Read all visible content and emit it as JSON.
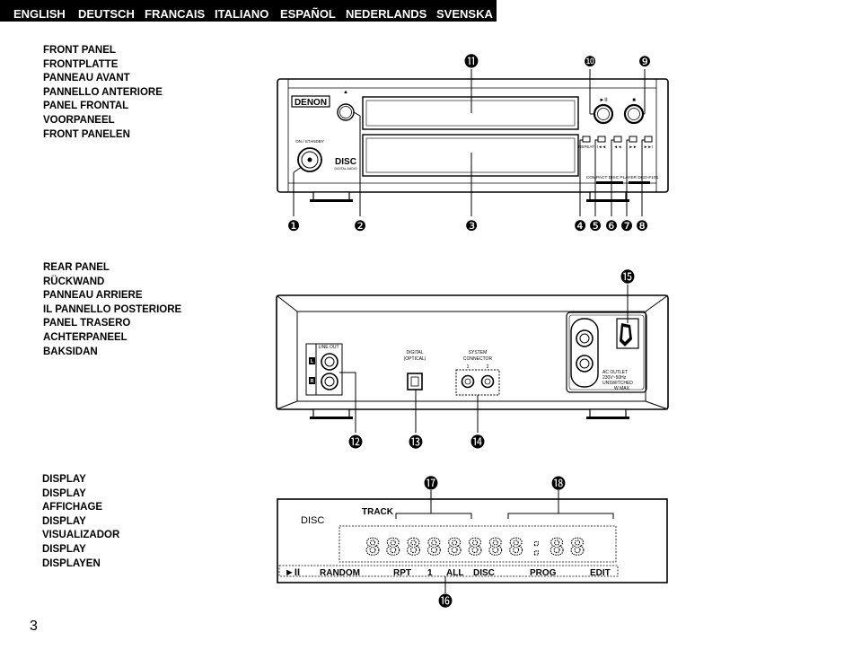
{
  "languages": [
    "ENGLISH",
    "DEUTSCH",
    "FRANCAIS",
    "ITALIANO",
    "ESPAÑOL",
    "NEDERLANDS",
    "SVENSKA"
  ],
  "sections": {
    "front": {
      "labels": [
        "FRONT PANEL",
        "FRONTPLATTE",
        "PANNEAU AVANT",
        "PANNELLO ANTERIORE",
        "PANEL FRONTAL",
        "VOORPANEEL",
        "FRONT PANELEN"
      ]
    },
    "rear": {
      "labels": [
        "REAR PANEL",
        "RÜCKWAND",
        "PANNEAU ARRIERE",
        "IL PANNELLO POSTERIORE",
        "PANEL TRASERO",
        "ACHTERPANEEL",
        "BAKSIDAN"
      ]
    },
    "display": {
      "labels": [
        "DISPLAY",
        "DISPLAY",
        "AFFICHAGE",
        "DISPLAY",
        "VISUALIZADOR",
        "DISPLAY",
        "DISPLAYEN"
      ]
    }
  },
  "front_panel": {
    "brand": "DENON",
    "power_label": "ON / STANDBY",
    "cd_logo": "DISC",
    "cd_logo_sub": "DIGITAL AUDIO",
    "eject_symbol": "▲",
    "play_pause_symbol": "►II",
    "stop_symbol": "■",
    "button_labels": [
      "REPEAT",
      "I◄◄",
      "◄◄",
      "►►",
      "►►I"
    ],
    "model_text": "COMPACT DISC PLAYER DCD-F101"
  },
  "rear_panel": {
    "line_out": "LINE OUT",
    "line_out_l": "L",
    "line_out_r": "R",
    "digital": "DIGITAL",
    "optical": "(OPTICAL)",
    "system": "SYSTEM",
    "connector": "CONNECTOR",
    "connector_1": "1",
    "connector_2": "2",
    "ac_outlet_lines": [
      "AC OUTLET",
      "230V~50Hz",
      "UNSWITCHED",
      "W MAX"
    ]
  },
  "display_panel": {
    "disc_label": "DISC",
    "track_label": "TRACK",
    "segment_text": "88888888:88",
    "play_pause_symbol": "►II",
    "indicators": [
      "RANDOM",
      "RPT",
      "1",
      "ALL",
      "DISC",
      "PROG",
      "EDIT"
    ]
  },
  "callouts": [
    "❶",
    "❷",
    "❸",
    "❹",
    "❺",
    "❻",
    "❼",
    "❽",
    "❾",
    "❿",
    "⓫",
    "⓬",
    "⓭",
    "⓮",
    "⓯",
    "⓰",
    "⓱",
    "⓲"
  ],
  "page_number": "3"
}
